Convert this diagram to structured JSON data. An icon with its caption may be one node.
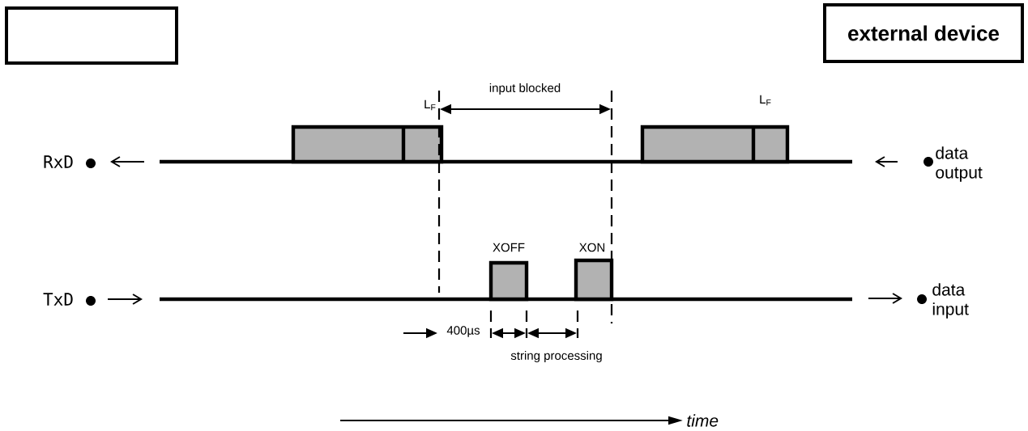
{
  "diagram": {
    "nodes": [
      {
        "text": [],
        "shape": "box"
      },
      {
        "text": [
          "external device"
        ]
      }
    ],
    "labels": [
      "input blocked",
      "L$_{F}$",
      "L$_{F}$",
      "RxD",
      "data output",
      "XOFF",
      "XON",
      "TxD",
      "data input",
      "400µs",
      "string processing",
      "time"
    ]
  }
}
